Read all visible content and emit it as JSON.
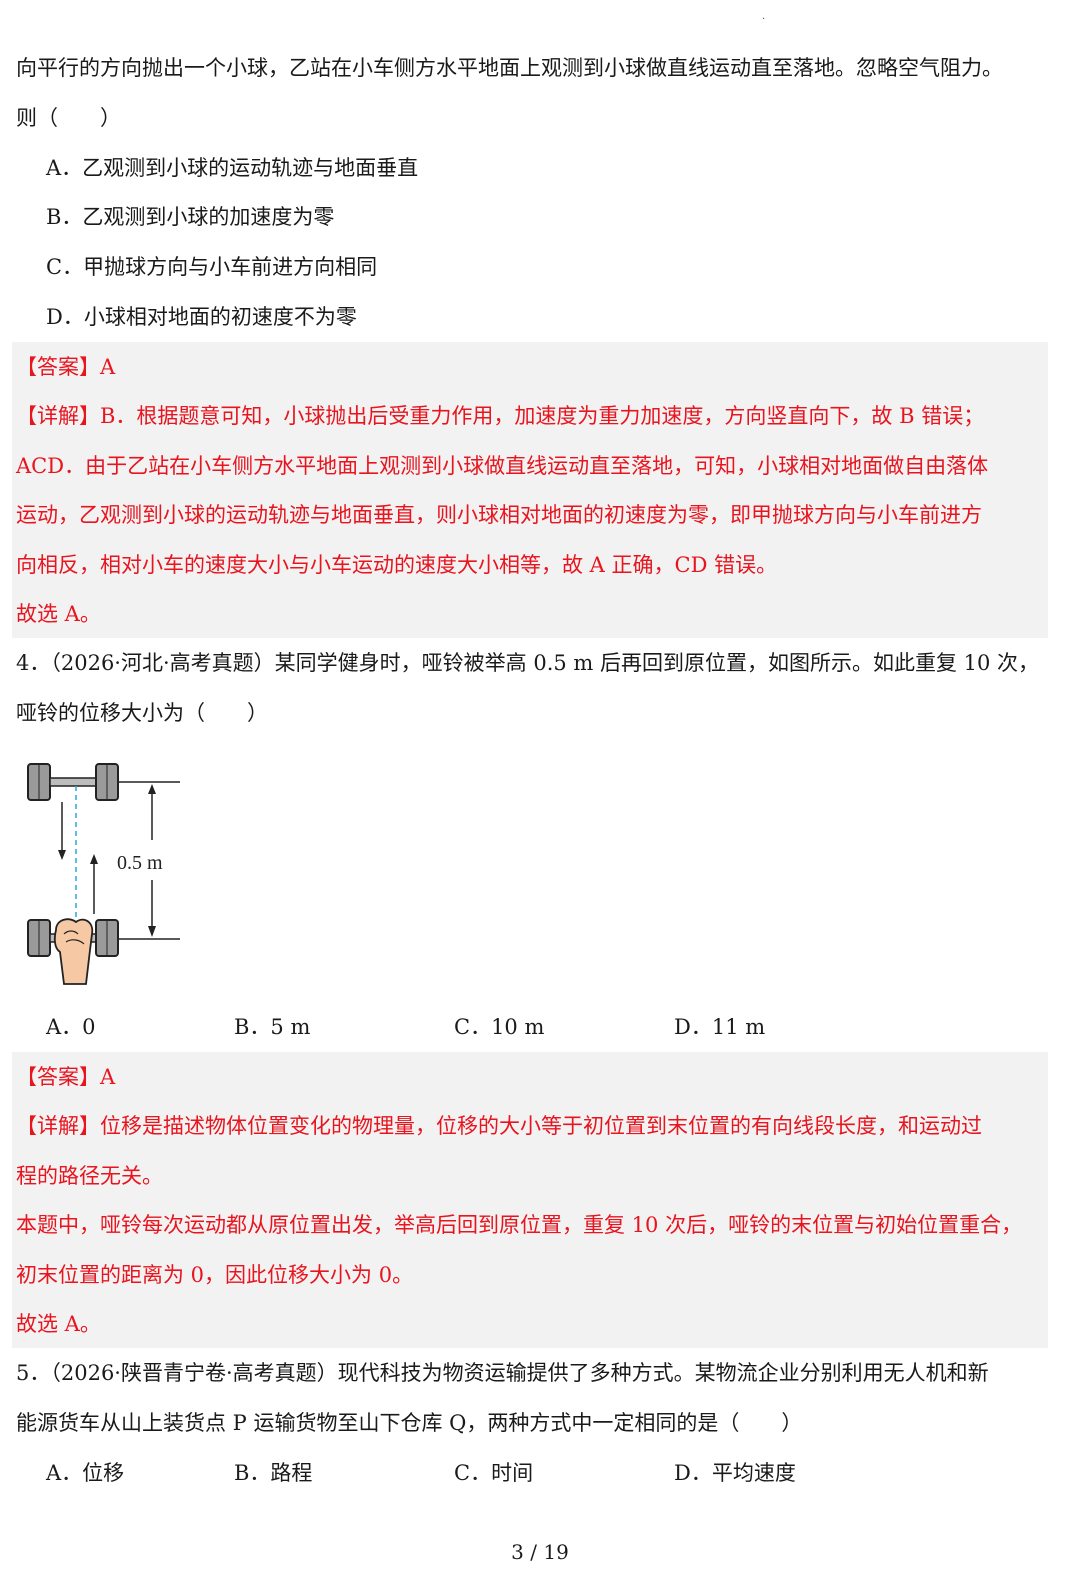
{
  "q3": {
    "line1": "向平行的方向抛出一个小球，乙站在小车侧方水平地面上观测到小球做直线运动直至落地。忽略空气阻力。",
    "line2": "则（　　）",
    "options": [
      "A．乙观测到小球的运动轨迹与地面垂直",
      "B．乙观测到小球的加速度为零",
      "C．甲抛球方向与小车前进方向相同",
      "D．小球相对地面的初速度不为零"
    ],
    "answer": "【答案】A",
    "detail": [
      "【详解】B．根据题意可知，小球抛出后受重力作用，加速度为重力加速度，方向竖直向下，故 B 错误；",
      "ACD．由于乙站在小车侧方水平地面上观测到小球做直线运动直至落地，可知，小球相对地面做自由落体",
      "运动，乙观测到小球的运动轨迹与地面垂直，则小球相对地面的初速度为零，即甲抛球方向与小车前进方",
      "向相反，相对小车的速度大小与小车运动的速度大小相等，故 A 正确，CD 错误。",
      "故选 A。"
    ]
  },
  "q4": {
    "line1": "4．（2026·河北·高考真题）某同学健身时，哑铃被举高 0.5 m 后再回到原位置，如图所示。如此重复 10 次，",
    "line2": "哑铃的位移大小为（　　）",
    "figure_label": "0.5 m",
    "options": [
      "A．0",
      "B．5 m",
      "C．10 m",
      "D．11 m"
    ],
    "answer": "【答案】A",
    "detail": [
      "【详解】位移是描述物体位置变化的物理量，位移的大小等于初位置到末位置的有向线段长度，和运动过",
      "程的路径无关。",
      "本题中，哑铃每次运动都从原位置出发，举高后回到原位置，重复 10 次后，哑铃的末位置与初始位置重合，",
      "初末位置的距离为 0，因此位移大小为 0。",
      "故选 A。"
    ]
  },
  "q5": {
    "line1": "5．（2026·陕晋青宁卷·高考真题）现代科技为物资运输提供了多种方式。某物流企业分别利用无人机和新",
    "line2": "能源货车从山上装货点 P 运输货物至山下仓库 Q，两种方式中一定相同的是（　　）",
    "options": [
      "A．位移",
      "B．路程",
      "C．时间",
      "D．平均速度"
    ]
  },
  "page_number": "3 / 19"
}
